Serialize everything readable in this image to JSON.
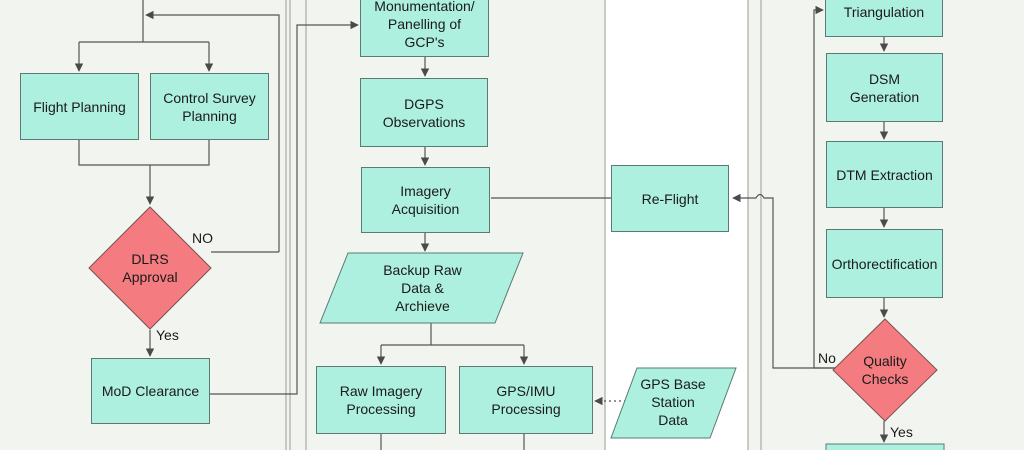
{
  "nodes": {
    "monumentation": "Monumentation/\nPanelling of\nGCP's",
    "dgps": "DGPS\nObservations",
    "imagery": "Imagery\nAcquisition",
    "backup": "Backup Raw\nData &\nArchieve",
    "raw_imagery": "Raw Imagery\nProcessing",
    "gps_imu": "GPS/IMU\nProcessing",
    "gps_base": "GPS Base\nStation\nData",
    "reflight": "Re-Flight",
    "flight_planning": "Flight Planning",
    "control_survey": "Control Survey\nPlanning",
    "dlrs": "DLRS\nApproval",
    "mod": "MoD Clearance",
    "triangulation": "Triangulation",
    "dsm": "DSM\nGeneration",
    "dtm": "DTM Extraction",
    "ortho": "Orthorectification",
    "quality": "Quality\nChecks"
  },
  "labels": {
    "no_dlrs": "NO",
    "yes_dlrs": "Yes",
    "no_quality": "No",
    "yes_quality": "Yes"
  },
  "colors": {
    "box_fill": "#aef0df",
    "diamond_fill": "#f47c80",
    "line": "#555555",
    "panel_border": "#9a9a9a"
  }
}
